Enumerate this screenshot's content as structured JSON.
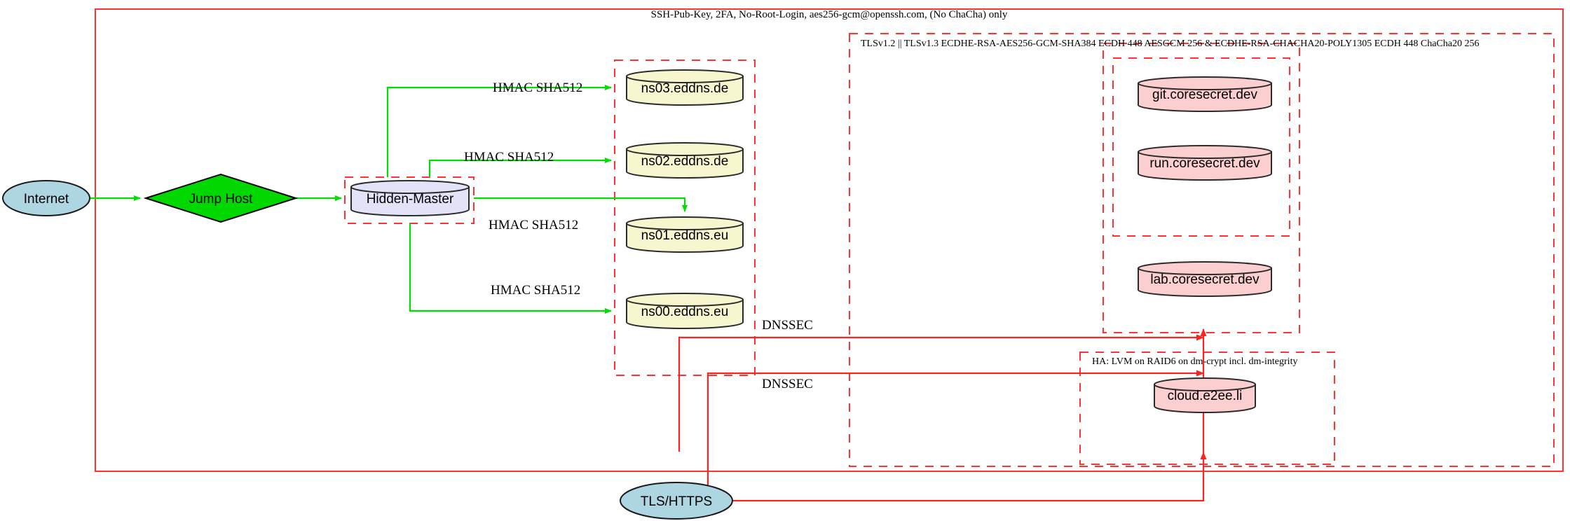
{
  "diagram": {
    "title_labels": {
      "ssh_policy": "SSH-Pub-Key, 2FA, No-Root-Login, aes256-gcm@openssh.com, (No ChaCha) only",
      "tls_policy": "TLSv1.2 || TLSv1.3 ECDHE-RSA-AES256-GCM-SHA384 ECDH 448 AESGCM 256 & ECDHE-RSA-CHACHA20-POLY1305 ECDH 448 ChaCha20 256",
      "ha_policy": "HA: LVM on RAID6 on dm-crypt incl. dm-integrity"
    },
    "nodes": {
      "internet": "Internet",
      "jump_host": "Jump Host",
      "hidden_master": "Hidden-Master",
      "ns03": "ns03.eddns.de",
      "ns02": "ns02.eddns.de",
      "ns01": "ns01.eddns.eu",
      "ns00": "ns00.eddns.eu",
      "git": "git.coresecret.dev",
      "run": "run.coresecret.dev",
      "lab": "lab.coresecret.dev",
      "cloud": "cloud.e2ee.li",
      "tls_https": "TLS/HTTPS"
    },
    "edge_labels": {
      "hmac_ns03": "HMAC SHA512",
      "hmac_ns02": "HMAC SHA512",
      "hmac_ns01": "HMAC SHA512",
      "hmac_ns00": "HMAC SHA512",
      "dnssec_upper": "DNSSEC",
      "dnssec_lower": "DNSSEC"
    },
    "colors": {
      "cluster_border": "#ff3333",
      "green_edge": "#00dd00",
      "red_edge": "#ff2222",
      "dns_node_fill": "#f7f7cf",
      "service_node_fill": "#fbcfcf",
      "master_node_fill": "#e3e3f7",
      "endpoint_fill": "#aed5e2",
      "jump_host_fill": "#00d800"
    }
  }
}
